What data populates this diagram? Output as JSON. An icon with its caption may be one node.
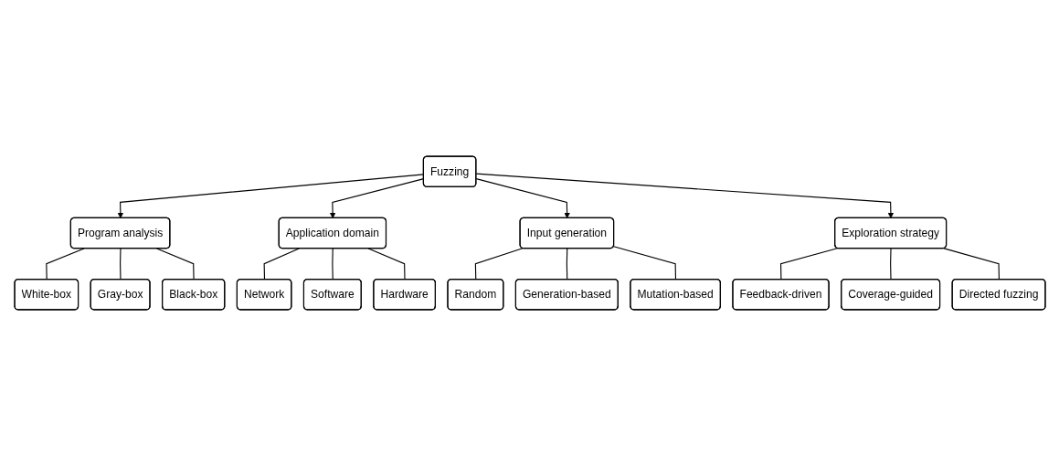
{
  "diagram": {
    "nodes": [
      {
        "text": [
          "Fuzzing"
        ]
      },
      {
        "text": [
          "Program analysis"
        ]
      },
      {
        "text": [
          "Application domain"
        ]
      },
      {
        "text": [
          "Input generation"
        ]
      },
      {
        "text": [
          "Exploration strategy"
        ]
      },
      {
        "text": [
          "White-box"
        ]
      },
      {
        "text": [
          "Gray-box"
        ]
      },
      {
        "text": [
          "Black-box"
        ]
      },
      {
        "text": [
          "Network"
        ]
      },
      {
        "text": [
          "Software"
        ]
      },
      {
        "text": [
          "Hardware"
        ]
      },
      {
        "text": [
          "Random"
        ]
      },
      {
        "text": [
          "Generation-based"
        ]
      },
      {
        "text": [
          "Mutation-based"
        ]
      },
      {
        "text": [
          "Feedback-driven"
        ]
      },
      {
        "text": [
          "Coverage-guided"
        ]
      },
      {
        "text": [
          "Directed fuzzing"
        ]
      }
    ],
    "edges": [
      {
        "from": 0,
        "to": 1,
        "arrow": "to"
      },
      {
        "from": 0,
        "to": 2,
        "arrow": "to"
      },
      {
        "from": 0,
        "to": 3,
        "arrow": "to"
      },
      {
        "from": 0,
        "to": 4,
        "arrow": "to"
      },
      {
        "from": 1,
        "to": 5,
        "arrow": "none"
      },
      {
        "from": 1,
        "to": 6,
        "arrow": "none"
      },
      {
        "from": 1,
        "to": 7,
        "arrow": "none"
      },
      {
        "from": 2,
        "to": 8,
        "arrow": "none"
      },
      {
        "from": 2,
        "to": 9,
        "arrow": "none"
      },
      {
        "from": 2,
        "to": 10,
        "arrow": "none"
      },
      {
        "from": 3,
        "to": 11,
        "arrow": "none"
      },
      {
        "from": 3,
        "to": 12,
        "arrow": "none"
      },
      {
        "from": 3,
        "to": 13,
        "arrow": "none"
      },
      {
        "from": 4,
        "to": 14,
        "arrow": "none"
      },
      {
        "from": 4,
        "to": 15,
        "arrow": "none"
      },
      {
        "from": 4,
        "to": 16,
        "arrow": "none"
      }
    ]
  }
}
